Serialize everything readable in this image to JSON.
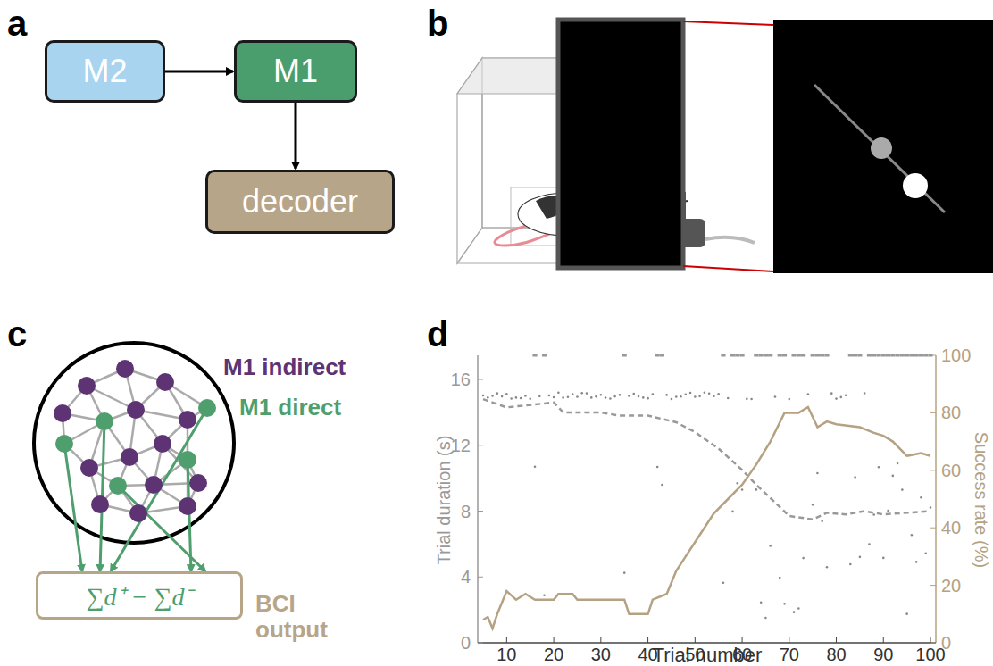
{
  "diagram": {
    "nodes": [
      {
        "text": [
          "M2"
        ]
      },
      {
        "text": [
          "M1"
        ]
      },
      {
        "text": [
          "decoder"
        ]
      },
      {
        "text": [
          "∑d⁺ − ∑d⁻"
        ]
      }
    ],
    "edges": [
      {
        "from": 0,
        "to": 1,
        "arrow": "to"
      },
      {
        "from": 1,
        "to": 2,
        "arrow": "to"
      }
    ],
    "labels": [
      "a",
      "b",
      "c",
      "d",
      "M1 indirect",
      "M1 direct",
      "BCI output",
      "Trial duration (s)",
      "Success rate (%)",
      "Trial number",
      "0",
      "4",
      "8",
      "12",
      "16",
      "0",
      "20",
      "40",
      "60",
      "80",
      "100",
      "10",
      "20",
      "30",
      "40",
      "50",
      "60",
      "70",
      "80",
      "90",
      "100"
    ]
  }
}
